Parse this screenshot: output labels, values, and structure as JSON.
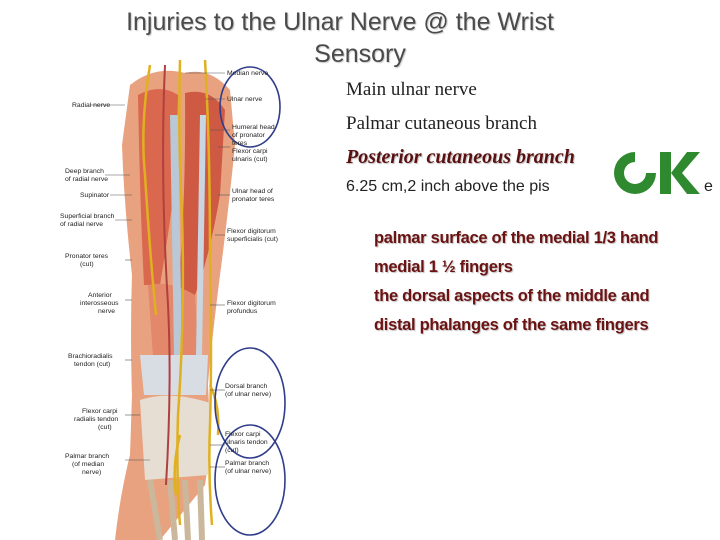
{
  "slide": {
    "title_line1": "Injuries to the Ulnar Nerve @ the Wrist",
    "title_line2": "Sensory",
    "bullets": {
      "main": "Main ulnar nerve",
      "palmar": "Palmar cutaneous branch",
      "posterior": "Posterior cutaneous branch",
      "measure": "6.25 cm,2 inch above the pis",
      "trail": "e"
    },
    "sensory_list": [
      "palmar surface of the medial 1/3 hand",
      "medial 1 ½ fingers",
      "the dorsal aspects of the middle and",
      "distal phalanges of the same fingers"
    ],
    "logo_text": "OK",
    "logo_color": "#2f8a2f",
    "accent_color": "#6b1212",
    "circle_color": "#2f3d8a"
  },
  "figure": {
    "labels": {
      "median_nerve": "Median nerve",
      "radial_nerve": "Radial nerve",
      "ulnar_nerve": "Ulnar nerve",
      "humeral_head_1": "Humeral head",
      "humeral_head_2": "of pronator",
      "humeral_head_3": "teres",
      "deep_branch_1": "Deep branch",
      "deep_branch_2": "of radial nerve",
      "flexor_carpi_ulnaris_1": "Flexor carpi",
      "flexor_carpi_ulnaris_2": "ulnaris (cut)",
      "supinator": "Supinator",
      "ulnar_head_1": "Ulnar head of",
      "ulnar_head_2": "pronator teres",
      "superficial_branch_1": "Superficial branch",
      "superficial_branch_2": "of radial nerve",
      "fds_1": "Flexor digitorum",
      "fds_2": "superficialis (cut)",
      "pronator_teres_1": "Pronator teres",
      "pronator_teres_2": "(cut)",
      "anterior_interosseous_1": "Anterior",
      "anterior_interosseous_2": "interosseous",
      "anterior_interosseous_3": "nerve",
      "fdp_1": "Flexor digitorum",
      "fdp_2": "profundus",
      "brachioradialis_1": "Brachioradialis",
      "brachioradialis_2": "tendon (cut)",
      "dorsal_branch_1": "Dorsal branch",
      "dorsal_branch_2": "(of ulnar nerve)",
      "fcr_1": "Flexor carpi",
      "fcr_2": "radialis tendon",
      "fcr_3": "(cut)",
      "fcu_tendon_1": "Flexor carpi",
      "fcu_tendon_2": "ulnaris tendon",
      "fcu_tendon_3": "(cut)",
      "palmar_branch_median_1": "Palmar branch",
      "palmar_branch_median_2": "(of median",
      "palmar_branch_median_3": "nerve)",
      "palmar_branch_ulnar_1": "Palmar branch",
      "palmar_branch_ulnar_2": "(of ulnar nerve)"
    }
  }
}
